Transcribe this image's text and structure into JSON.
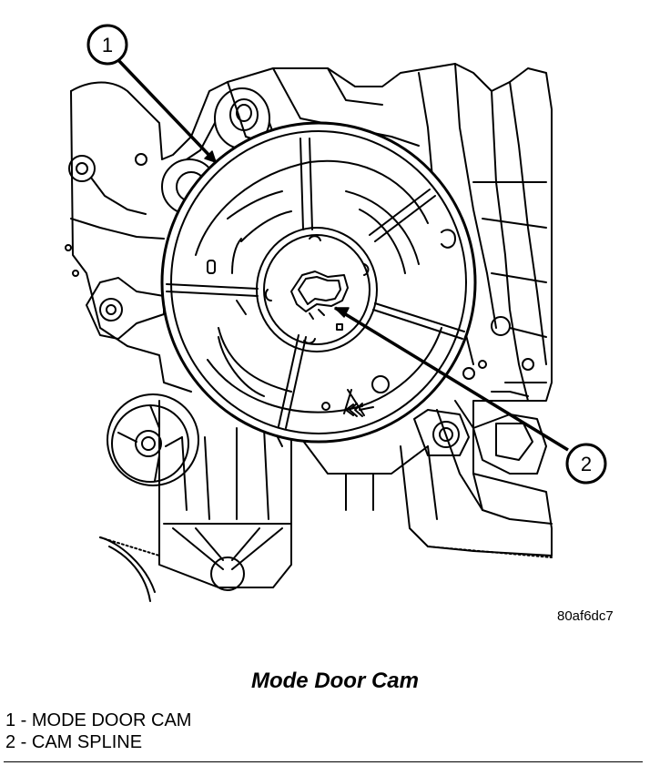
{
  "figure": {
    "image_code": "80af6dc7",
    "callouts": [
      {
        "number": "1",
        "target": "MODE DOOR CAM"
      },
      {
        "number": "2",
        "target": "CAM SPLINE"
      }
    ]
  },
  "caption": {
    "title": "Mode Door Cam",
    "legend": [
      {
        "text": "1 - MODE DOOR CAM"
      },
      {
        "text": "2 - CAM SPLINE"
      }
    ]
  }
}
